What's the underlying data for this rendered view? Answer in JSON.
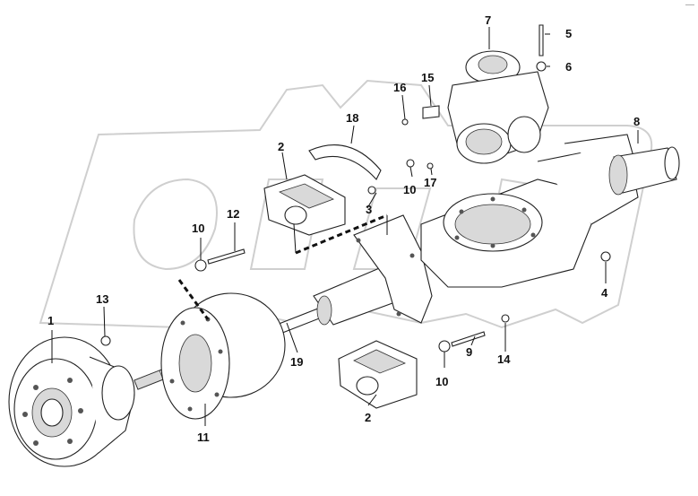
{
  "corner_mark": "—",
  "callouts": {
    "c1": "1",
    "c2a": "2",
    "c2b": "2",
    "c3": "3",
    "c4": "4",
    "c5": "5",
    "c6": "6",
    "c7": "7",
    "c8": "8",
    "c9": "9",
    "c10a": "10",
    "c10b": "10",
    "c10c": "10",
    "c11": "11",
    "c12": "12",
    "c13": "13",
    "c14": "14",
    "c15": "15",
    "c16": "16",
    "c17": "17",
    "c18": "18",
    "c19": "19"
  }
}
